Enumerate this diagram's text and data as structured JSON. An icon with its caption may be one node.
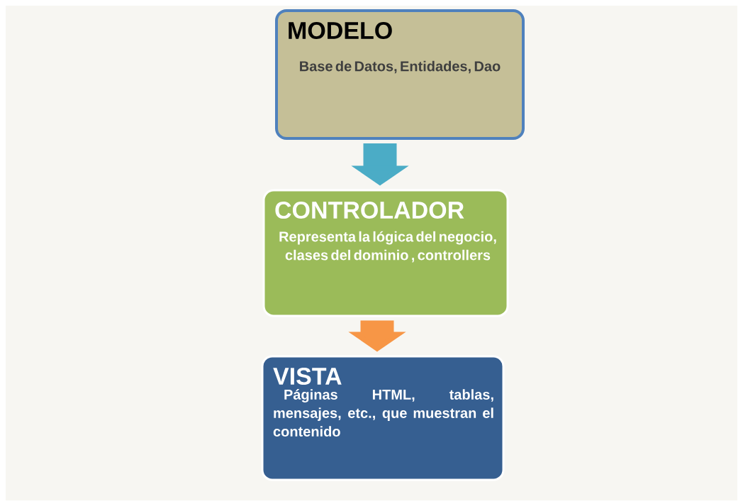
{
  "diagram": {
    "nodes": [
      {
        "text": [
          "MODELO",
          "Base de Datos, Entidades, Dao"
        ]
      },
      {
        "text": [
          "CONTROLADOR",
          "Representa la lógica del negocio, clases del dominio , controllers"
        ]
      },
      {
        "text": [
          "VISTA",
          "Páginas HTML, tablas, mensajes, etc., que muestran el contenido"
        ]
      }
    ],
    "edges": [
      {
        "from": 0,
        "to": 1,
        "arrow": "to",
        "color": "#4bacc6"
      },
      {
        "from": 1,
        "to": 2,
        "arrow": "to",
        "color": "#f79646"
      }
    ]
  }
}
